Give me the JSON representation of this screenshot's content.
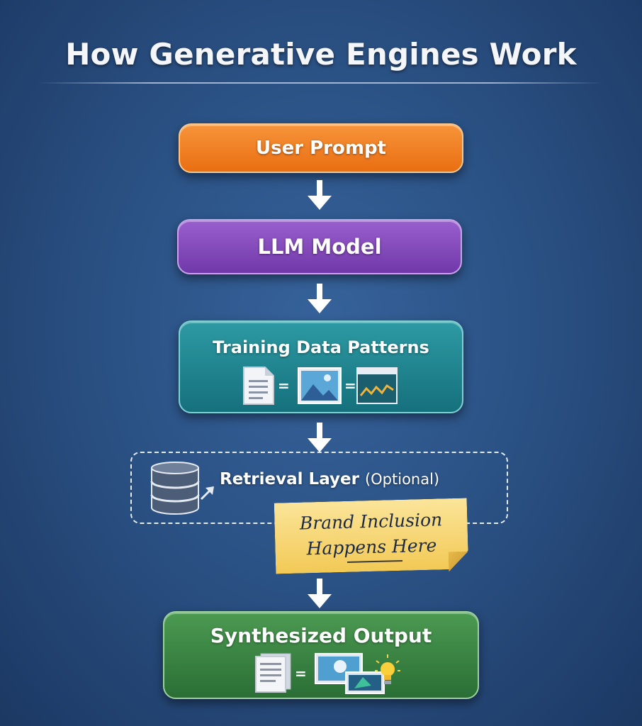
{
  "title": "How Generative Engines Work",
  "steps": {
    "user_prompt": "User Prompt",
    "llm_model": "LLM Model",
    "training": {
      "label": "Training Data Patterns",
      "icons": [
        "document-icon",
        "image-icon",
        "chart-icon"
      ],
      "equals": "="
    },
    "retrieval": {
      "label": "Retrieval Layer",
      "optional": "(Optional)",
      "icon": "database-icon"
    },
    "output": {
      "label": "Synthesized Output",
      "icons": [
        "document-icon",
        "media-icon",
        "lightbulb-icon"
      ],
      "equals": "="
    }
  },
  "note": {
    "line1": "Brand Inclusion",
    "line2": "Happens Here"
  },
  "colors": {
    "user_prompt": "#f08427",
    "llm_model": "#8a4fc2",
    "training": "#22878f",
    "output": "#3c8a44",
    "note": "#f7d56f",
    "background": "#2b5285"
  }
}
